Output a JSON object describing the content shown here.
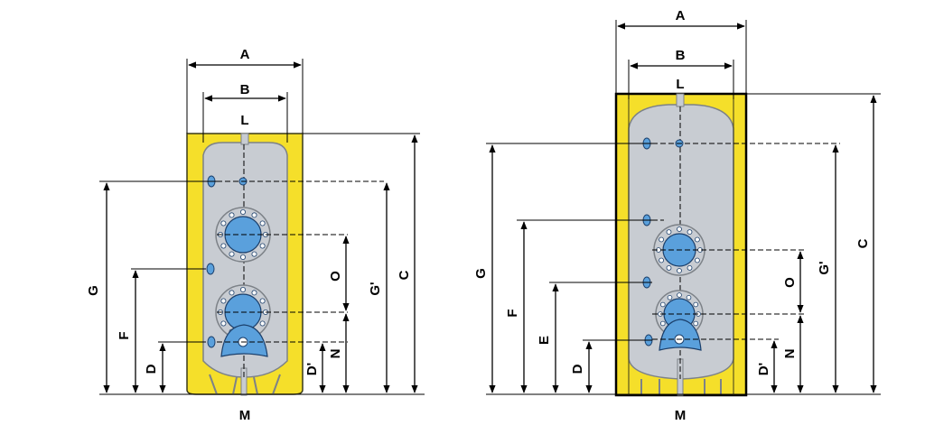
{
  "colors": {
    "insulation": "#f5df2a",
    "insulation_stroke": "#3a3a1a",
    "tank": "#c8ccd2",
    "tank_stroke": "#7d8288",
    "flange": "#5aa0dc",
    "flange_stroke": "#1b3f6b"
  },
  "left_tank": {
    "labels": {
      "A": "A",
      "B": "B",
      "L": "L",
      "M": "M",
      "C": "C",
      "G": "G",
      "G_prime": "G'",
      "F": "F",
      "D": "D",
      "D_prime": "D'",
      "O": "O",
      "N": "N"
    }
  },
  "right_tank": {
    "labels": {
      "A": "A",
      "B": "B",
      "L": "L",
      "M": "M",
      "C": "C",
      "G": "G",
      "G_prime": "G'",
      "F": "F",
      "E": "E",
      "D": "D",
      "D_prime": "D'",
      "O": "O",
      "N": "N"
    }
  }
}
